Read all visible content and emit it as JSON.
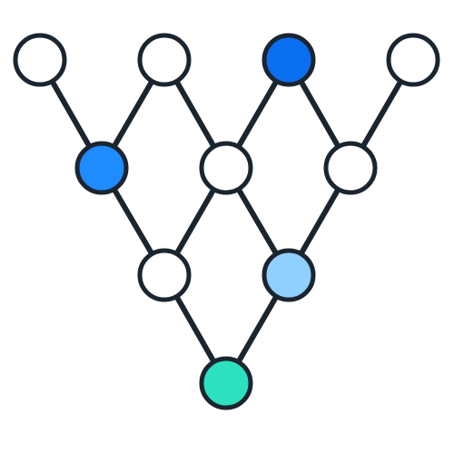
{
  "diagram": {
    "type": "network-graph",
    "stroke_color": "#1b2530",
    "nodes": [
      {
        "id": "a1",
        "fill": "#ffffff"
      },
      {
        "id": "a2",
        "fill": "#ffffff"
      },
      {
        "id": "a3",
        "fill": "#0a6ff0"
      },
      {
        "id": "a4",
        "fill": "#ffffff"
      },
      {
        "id": "b1",
        "fill": "#1e8bff"
      },
      {
        "id": "b2",
        "fill": "#ffffff"
      },
      {
        "id": "b3",
        "fill": "#ffffff"
      },
      {
        "id": "c1",
        "fill": "#ffffff"
      },
      {
        "id": "c2",
        "fill": "#8fd0ff"
      },
      {
        "id": "d1",
        "fill": "#2de0bf"
      }
    ],
    "edges": [
      [
        "a1",
        "b1"
      ],
      [
        "a2",
        "b1"
      ],
      [
        "a2",
        "b2"
      ],
      [
        "a3",
        "b2"
      ],
      [
        "a3",
        "b3"
      ],
      [
        "a4",
        "b3"
      ],
      [
        "b1",
        "c1"
      ],
      [
        "b2",
        "c1"
      ],
      [
        "b2",
        "c2"
      ],
      [
        "b3",
        "c2"
      ],
      [
        "c1",
        "d1"
      ],
      [
        "c2",
        "d1"
      ]
    ]
  }
}
